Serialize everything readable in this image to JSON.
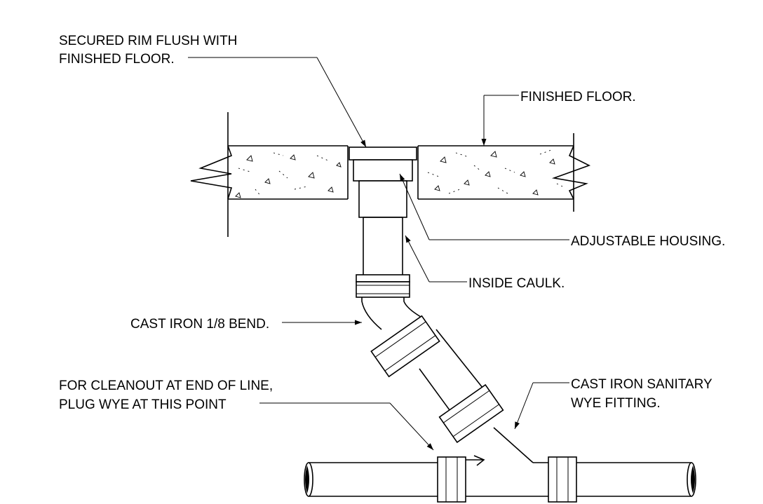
{
  "labels": {
    "rim_line1": "SECURED RIM FLUSH WITH",
    "rim_line2": "FINISHED FLOOR.",
    "finished_floor": "FINISHED FLOOR.",
    "adjustable_housing": "ADJUSTABLE HOUSING.",
    "inside_caulk": "INSIDE CAULK.",
    "bend": "CAST IRON 1/8 BEND.",
    "cleanout_line1": "FOR CLEANOUT AT END OF LINE,",
    "cleanout_line2": "PLUG WYE AT THIS POINT",
    "wye_line1": "CAST IRON SANITARY",
    "wye_line2": "WYE FITTING."
  },
  "colors": {
    "line": "#000000",
    "background": "#ffffff"
  }
}
